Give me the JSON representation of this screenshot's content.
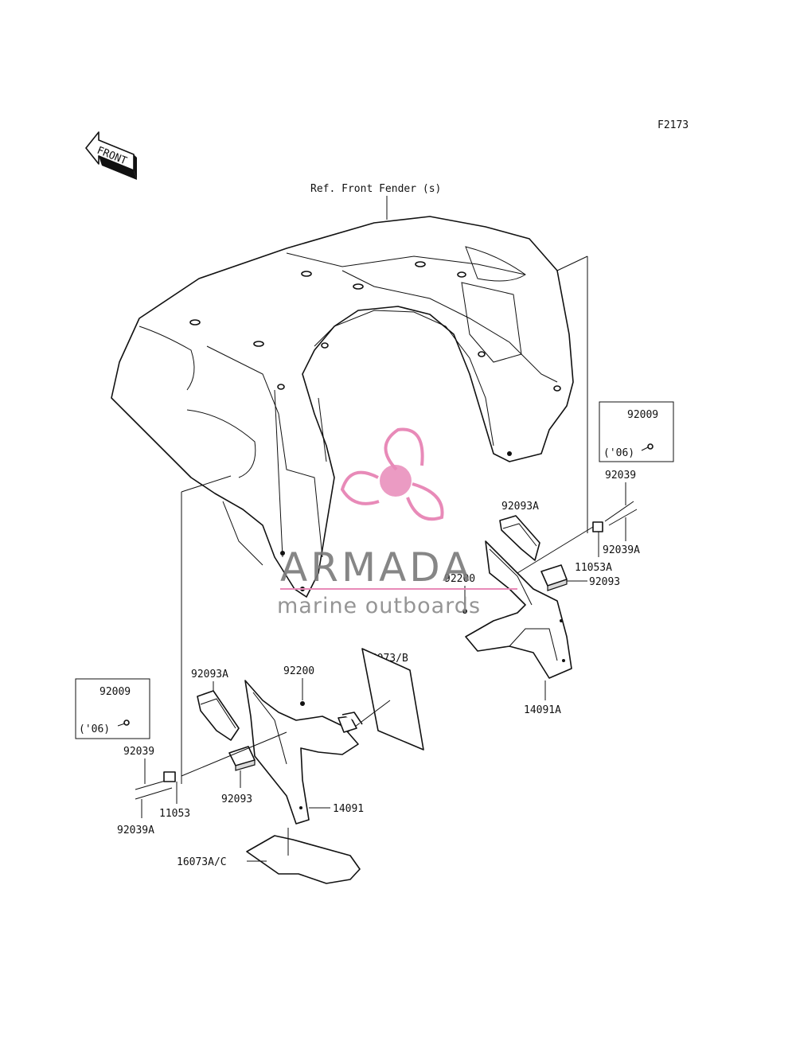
{
  "figure_code": "F2173",
  "front_arrow_label": "FRONT",
  "ref_label": "Ref. Front Fender (s)",
  "watermark": {
    "brand": "ARMADA",
    "subtitle": "marine outboards",
    "color": "#e88ab8"
  },
  "callouts": {
    "r_92009": "92009",
    "r_note": "('06)",
    "r_92039": "92039",
    "r_92039A": "92039A",
    "r_92093A": "92093A",
    "r_11053A": "11053A",
    "r_92200": "92200",
    "r_92093": "92093",
    "r_14091A": "14091A",
    "c_16073B": "16073/B",
    "l_92200": "92200",
    "l_92093A": "92093A",
    "l_92009": "92009",
    "l_note": "('06)",
    "l_92039": "92039",
    "l_92093": "92093",
    "l_14091": "14091",
    "l_11053": "11053",
    "l_92039A": "92039A",
    "l_16073AC": "16073A/C"
  }
}
